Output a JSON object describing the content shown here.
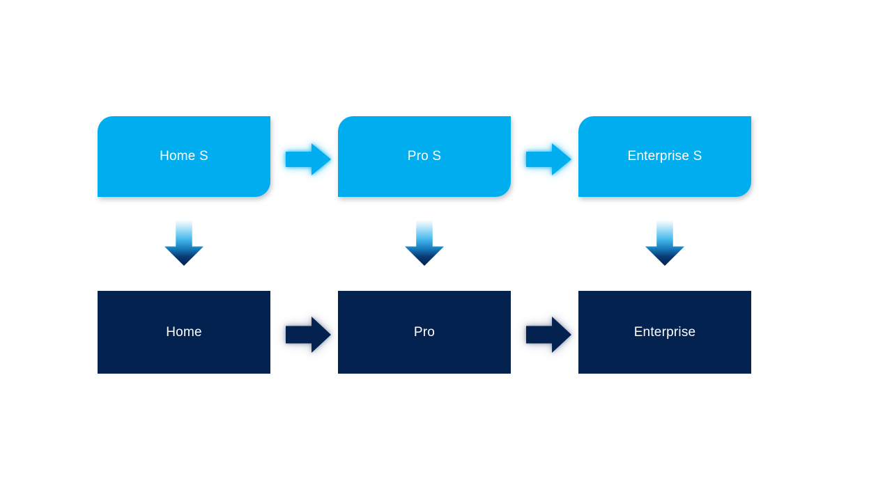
{
  "colors": {
    "light_blue": "#00AEEF",
    "dark_navy": "#03224F",
    "label_text": "#FFFFFF"
  },
  "diagram": {
    "columns": [
      {
        "top_label": "Home S",
        "bottom_label": "Home"
      },
      {
        "top_label": "Pro S",
        "bottom_label": "Pro"
      },
      {
        "top_label": "Enterprise S",
        "bottom_label": "Enterprise"
      }
    ],
    "icons": {
      "between_columns": "right-block-arrow",
      "between_rows": "down-block-arrow-gradient"
    }
  }
}
